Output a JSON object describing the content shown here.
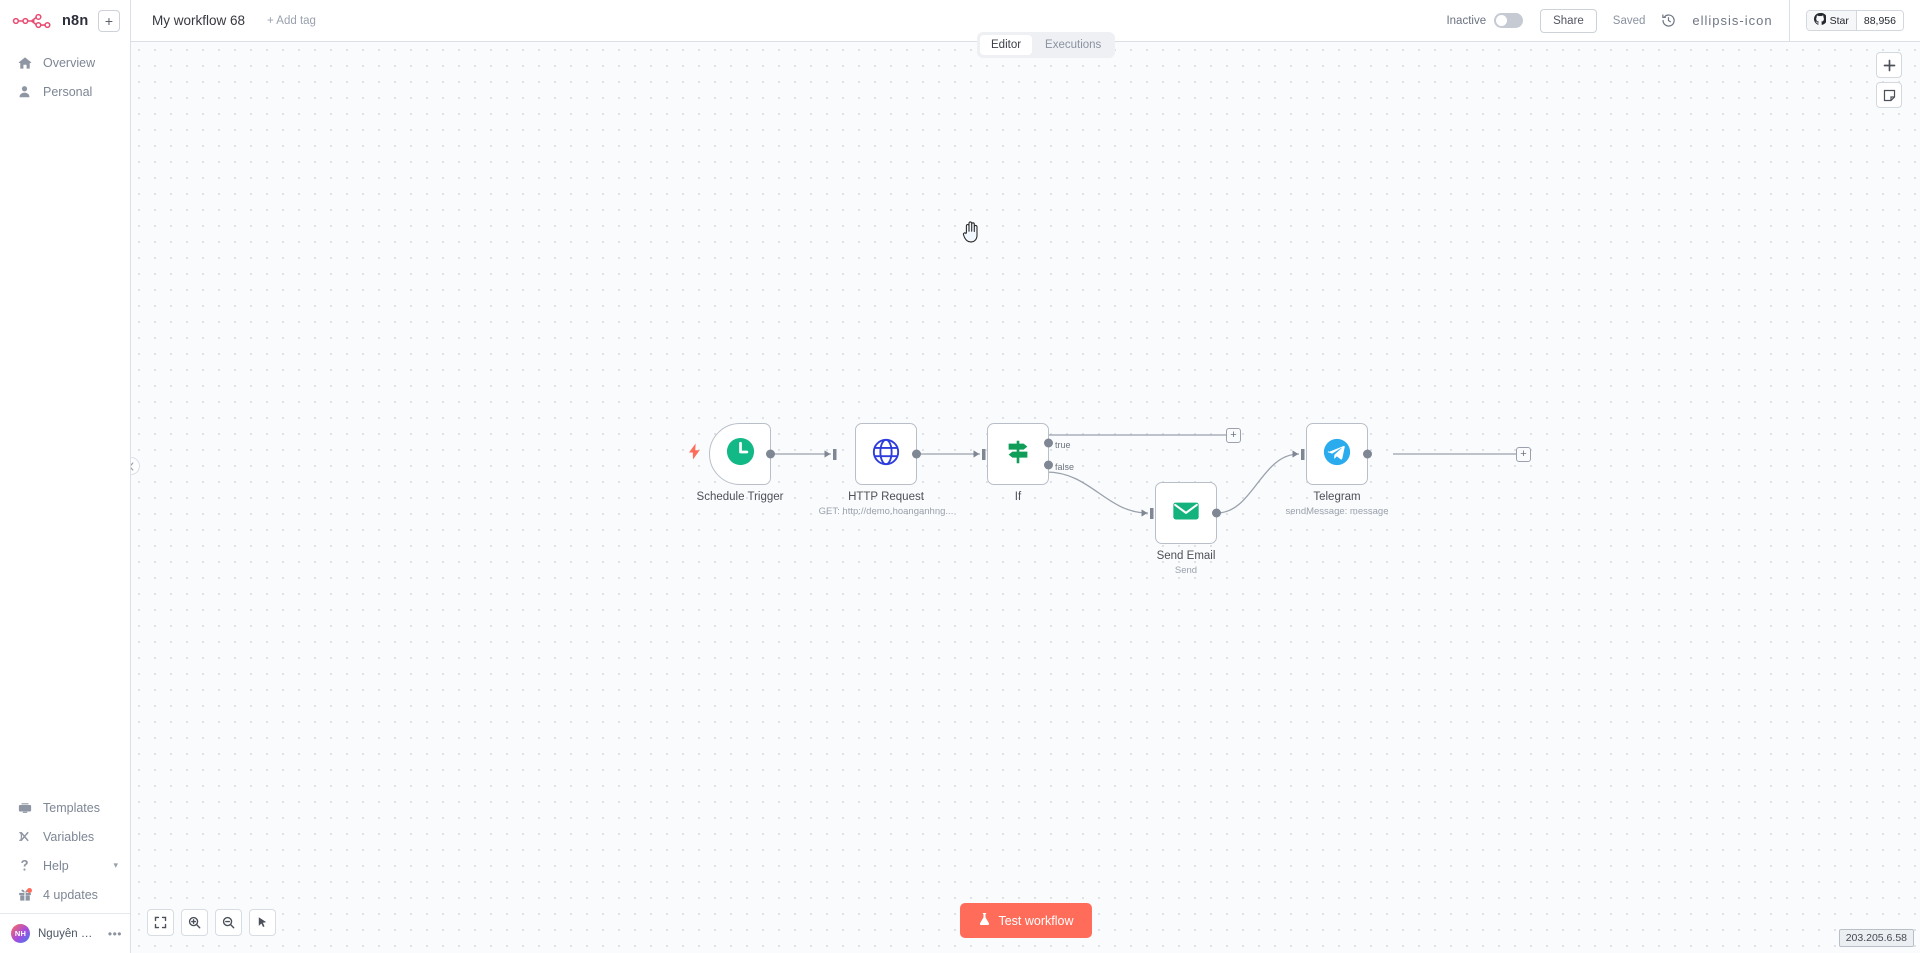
{
  "brand": {
    "name": "n8n",
    "logo_icon": "n8n-logo-icon",
    "new_button": "+"
  },
  "sidebar": {
    "top_items": [
      {
        "label": "Overview",
        "icon": "home-icon"
      },
      {
        "label": "Personal",
        "icon": "user-icon"
      }
    ],
    "bottom_items": [
      {
        "label": "Templates",
        "icon": "templates-icon"
      },
      {
        "label": "Variables",
        "icon": "variables-icon"
      },
      {
        "label": "Help",
        "icon": "question-icon",
        "chevron": "chevron-down-icon"
      },
      {
        "label": "4 updates",
        "icon": "gift-icon",
        "has_dot": true
      }
    ],
    "user": {
      "initials": "NH",
      "name": "Nguyễn Hoàng…",
      "menu_icon": "ellipsis-icon"
    },
    "collapse_icon": "chevron-left-icon"
  },
  "header": {
    "workflow_title": "My workflow 68",
    "add_tag": "+ Add tag",
    "inactive_label": "Inactive",
    "share_label": "Share",
    "saved_label": "Saved",
    "history_icon": "history-clock-icon",
    "more_icon": "ellipsis-icon",
    "github": {
      "star_label": "Star",
      "star_icon": "github-icon",
      "count": "88,956"
    }
  },
  "tabs": [
    {
      "label": "Editor",
      "active": true
    },
    {
      "label": "Executions",
      "active": false
    }
  ],
  "canvas": {
    "cursor": "grab-hand-cursor",
    "add_node_button": {
      "icon": "plus-icon"
    },
    "sticky_note_button": {
      "icon": "sticky-note-icon"
    },
    "zoom_controls": [
      {
        "name": "fit-to-view",
        "icon": "fit-view-icon"
      },
      {
        "name": "zoom-in",
        "icon": "zoom-in-icon"
      },
      {
        "name": "zoom-out",
        "icon": "zoom-out-icon"
      },
      {
        "name": "reset-zoom",
        "icon": "cursor-arrow-icon"
      }
    ],
    "test_workflow": {
      "label": "Test workflow",
      "icon": "flask-icon",
      "color": "#ff6d5a"
    },
    "ip_badge": "203.205.6.58",
    "nodes": [
      {
        "id": "schedule",
        "label": "Schedule Trigger",
        "subtitle": "",
        "icon": "clock-icon",
        "icon_color": "#12b886",
        "is_trigger": true
      },
      {
        "id": "http",
        "label": "HTTP Request",
        "subtitle": "GET: http://demo.hoanganhng...",
        "icon": "globe-icon",
        "icon_color": "#2d3cdb",
        "is_trigger": false
      },
      {
        "id": "if",
        "label": "If",
        "subtitle": "",
        "icon": "signpost-icon",
        "icon_color": "#0f9d58",
        "is_trigger": false,
        "outputs": [
          {
            "label": "true"
          },
          {
            "label": "false"
          }
        ]
      },
      {
        "id": "email",
        "label": "Send Email",
        "subtitle": "Send",
        "icon": "envelope-icon",
        "icon_color": "#14b37d",
        "is_trigger": false
      },
      {
        "id": "telegram",
        "label": "Telegram",
        "subtitle": "sendMessage: message",
        "icon": "telegram-icon",
        "icon_color": "#2aabee",
        "is_trigger": false
      }
    ],
    "stub_buttons": [
      {
        "label": "+"
      },
      {
        "label": "+"
      }
    ]
  },
  "colors": {
    "accent": "#ff6d5a",
    "canvas_bg": "#fafbfc",
    "border": "#dbdfe7"
  }
}
